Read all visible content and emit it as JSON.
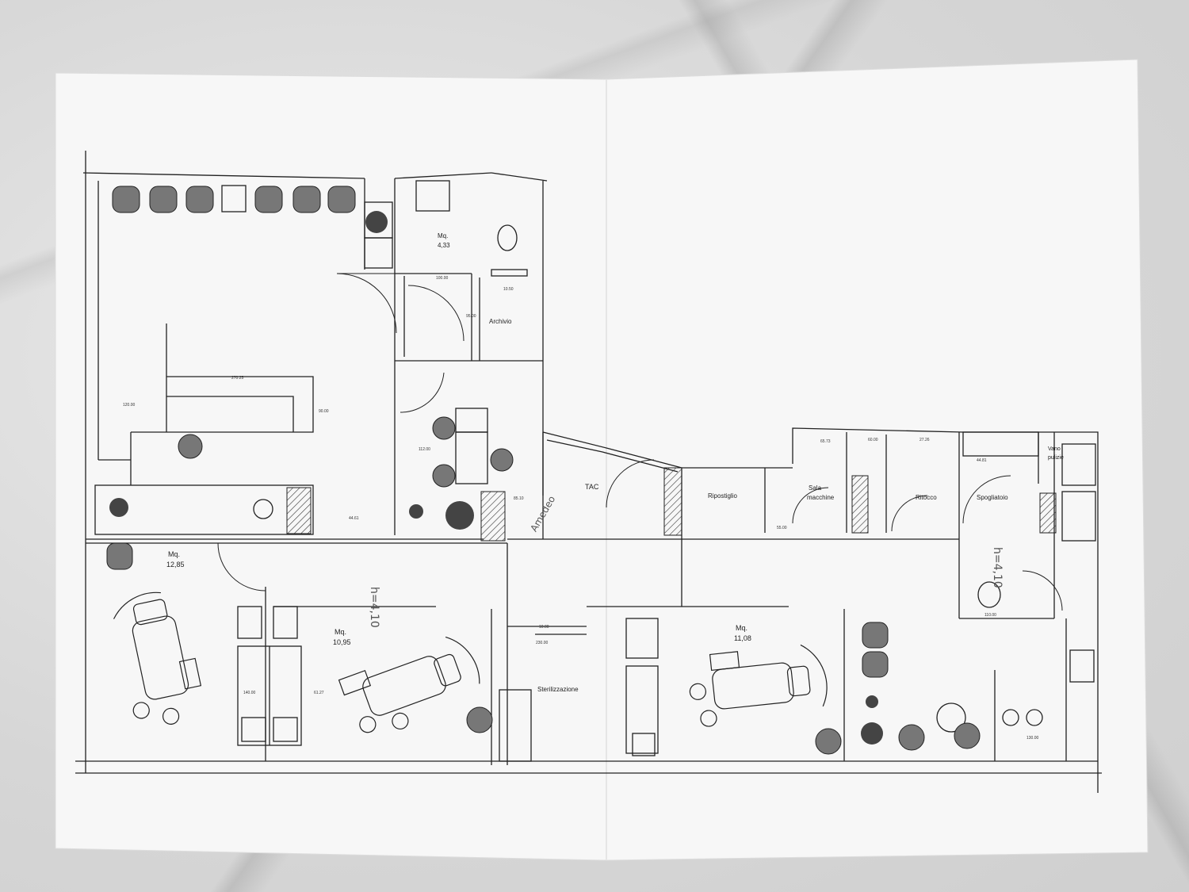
{
  "rooms": {
    "bathroom_area": {
      "label": "Mq.",
      "value": "4,33"
    },
    "archivio": "Archivio",
    "op1": {
      "label": "Mq.",
      "value": "12,85"
    },
    "op2": {
      "label": "Mq.",
      "value": "10,95"
    },
    "op3": {
      "label": "Mq.",
      "value": "11,08"
    },
    "tac": "TAC",
    "ripostiglio": "Ripostiglio",
    "sala_line1": "Sala",
    "sala_line2": "macchine",
    "ritocco": "Ritocco",
    "spogliatoio": "Spogliatoio",
    "vano_line1": "Vano",
    "vano_line2": "pulizie",
    "sterilizzazione": "Sterilizzazione"
  },
  "heights": {
    "left": "h=4,10",
    "right": "h=4,10"
  },
  "dimensions": {
    "d100": "100.00",
    "d1050": "10.50",
    "d9500": "95.00",
    "d27025": "270.25",
    "d12000": "120.00",
    "d9000": "90.00",
    "d4461": "44.61",
    "d11200": "112.00",
    "d8510": "85.10",
    "d1000": "10.00",
    "d23000": "230.00",
    "d6127": "61.27",
    "d14000": "140.00",
    "d6573": "65.73",
    "d6000": "60.00",
    "d2726": "27.26",
    "d4481": "44.81",
    "d5500": "55.00",
    "d13000": "130.00",
    "d11000": "110.00"
  },
  "signature": "Amedeo"
}
